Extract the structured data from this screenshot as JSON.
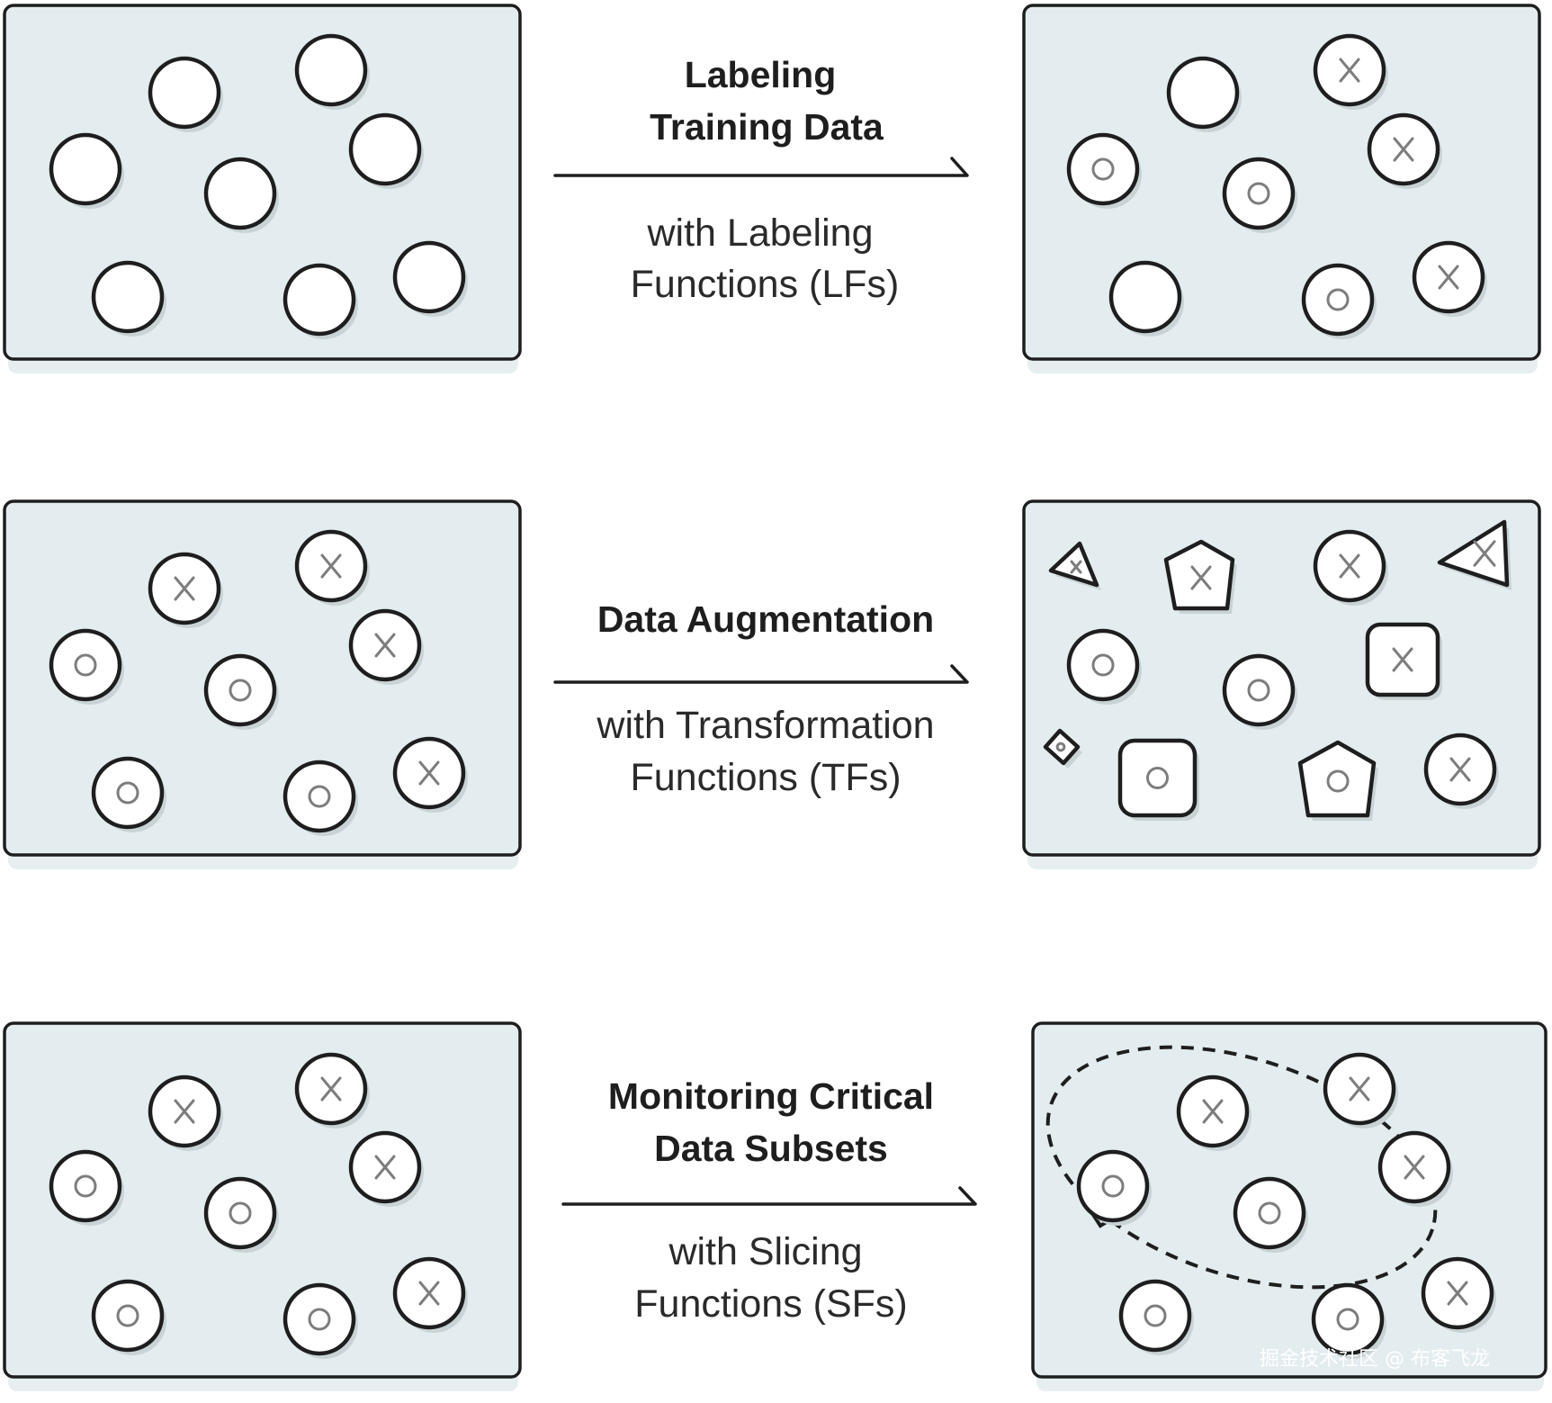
{
  "rows": [
    {
      "title_lines": [
        "Labeling",
        "Training Data"
      ],
      "subtitle_lines": [
        "with Labeling",
        "Functions (LFs)"
      ]
    },
    {
      "title_lines": [
        "Data Augmentation"
      ],
      "subtitle_lines": [
        "with Transformation",
        "Functions (TFs)"
      ]
    },
    {
      "title_lines": [
        "Monitoring Critical",
        "Data Subsets"
      ],
      "subtitle_lines": [
        "with Slicing",
        "Functions (SFs)"
      ]
    }
  ],
  "watermark": "掘金技术社区 @ 布客飞龙",
  "colors": {
    "panel_fill": "#e3ecef",
    "outline": "#1e1e1e",
    "mark": "#7d7d7d"
  }
}
